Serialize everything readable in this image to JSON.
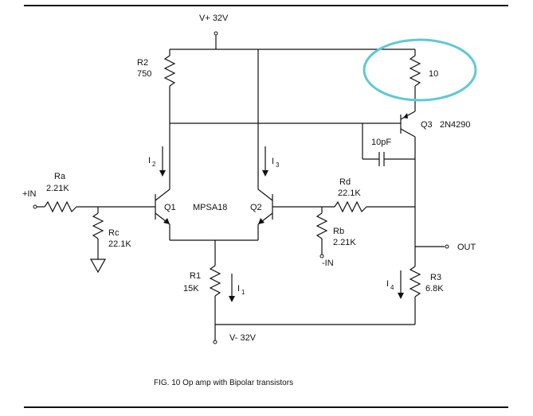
{
  "supply_positive": "V+ 32V",
  "supply_negative": "V- 32V",
  "components": {
    "r2": {
      "name": "R2",
      "value": "750"
    },
    "r_top": {
      "value": "10"
    },
    "q3": {
      "name": "Q3",
      "model": "2N4290"
    },
    "cap": {
      "value": "10pF"
    },
    "i2": {
      "symbol": "I",
      "index": "2"
    },
    "i3": {
      "symbol": "I",
      "index": "3"
    },
    "i1": {
      "symbol": "I",
      "index": "1"
    },
    "i4": {
      "symbol": "I",
      "index": "4"
    },
    "ra": {
      "name": "Ra",
      "value": "2.21K"
    },
    "rc": {
      "name": "Rc",
      "value": "22.1K"
    },
    "rd": {
      "name": "Rd",
      "value": "22.1K"
    },
    "rb": {
      "name": "Rb",
      "value": "2.21K"
    },
    "q1": {
      "name": "Q1"
    },
    "q2": {
      "name": "Q2"
    },
    "pair_model": "MPSA18",
    "r1": {
      "name": "R1",
      "value": "15K"
    },
    "r3": {
      "name": "R3",
      "value": "6.8K"
    }
  },
  "inputs": {
    "plus": "+IN",
    "minus": "-IN"
  },
  "output": "OUT",
  "caption": "FIG. 10 Op amp with Bipolar transistors",
  "colors": {
    "highlight": "#5fc8d6",
    "ink": "#111111"
  }
}
